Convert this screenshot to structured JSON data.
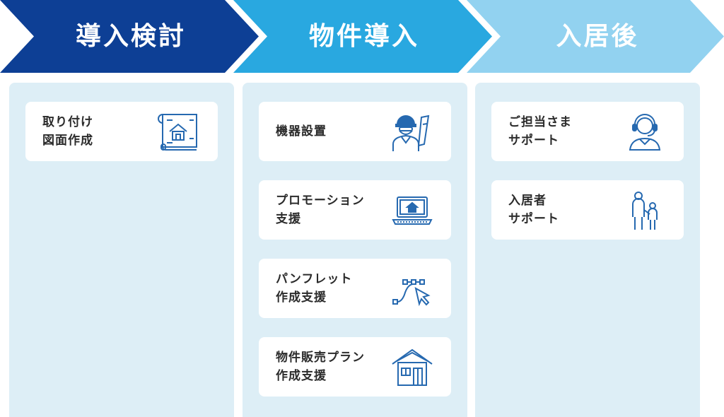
{
  "phases": [
    {
      "label": "導入検討",
      "color": "#0d3f95"
    },
    {
      "label": "物件導入",
      "color": "#29a8e0"
    },
    {
      "label": "入居後",
      "color": "#92d2f0"
    }
  ],
  "colors": {
    "panel": "#ddeef6",
    "card": "#ffffff",
    "icon": "#2669b0",
    "text": "#2b2b2b"
  },
  "columns": [
    {
      "cards": [
        {
          "label": "取り付け\n図面作成",
          "icon": "blueprint-icon"
        }
      ]
    },
    {
      "cards": [
        {
          "label": "機器設置",
          "icon": "worker-icon"
        },
        {
          "label": "プロモーション\n支援",
          "icon": "laptop-icon"
        },
        {
          "label": "パンフレット\n作成支援",
          "icon": "bezier-pen-icon"
        },
        {
          "label": "物件販売プラン\n作成支援",
          "icon": "house-icon"
        }
      ]
    },
    {
      "cards": [
        {
          "label": "ご担当さま\nサポート",
          "icon": "headset-operator-icon"
        },
        {
          "label": "入居者\nサポート",
          "icon": "parent-child-icon"
        }
      ]
    }
  ]
}
